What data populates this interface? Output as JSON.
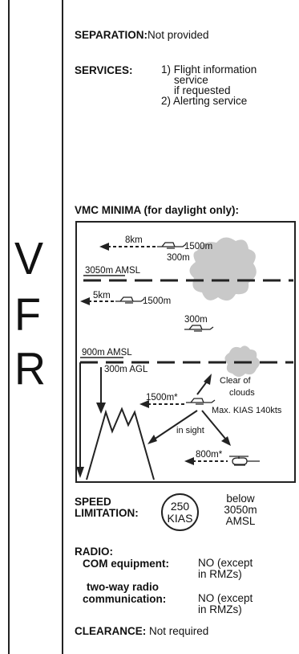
{
  "side_label": {
    "letters": [
      "V",
      "F",
      "R"
    ]
  },
  "separation": {
    "label": "SEPARATION:",
    "value": "Not provided"
  },
  "services": {
    "label": "SERVICES:",
    "lines": [
      "1) Flight information",
      "service",
      "if requested",
      "2) Alerting service"
    ]
  },
  "vmc_title": "VMC MINIMA (for daylight only):",
  "diagram": {
    "labels": {
      "top_horizontal": "8km",
      "top_vertical_m": "1500m",
      "top_300": "300m",
      "amsl_3050": "3050m AMSL",
      "mid_horizontal": "5km",
      "mid_vertical_m": "1500m",
      "mid_300": "300m",
      "amsl_900": "900m AMSL",
      "agl_300": "300m AGL",
      "clear_of_clouds_1": "Clear of",
      "clear_of_clouds_2": "clouds",
      "horiz_1500": "1500m*",
      "max_kias": "Max. KIAS 140kts",
      "in_sight": "in sight",
      "horiz_800": "800m*"
    },
    "colors": {
      "cloud": "#c9c9c9",
      "line": "#222222"
    }
  },
  "speed": {
    "label_1": "SPEED",
    "label_2": "LIMITATION:",
    "value_1": "250",
    "value_2": "KIAS",
    "note_1": "below",
    "note_2": "3050m",
    "note_3": "AMSL"
  },
  "radio": {
    "label": "RADIO:",
    "com_label": "COM equipment:",
    "com_value_1": "NO (except",
    "com_value_2": "in RMZs)",
    "twoway_label_1": "two-way radio",
    "twoway_label_2": "communication:",
    "twoway_value_1": "NO (except",
    "twoway_value_2": "in RMZs)"
  },
  "clearance": {
    "label": "CLEARANCE:",
    "value": "Not required"
  }
}
